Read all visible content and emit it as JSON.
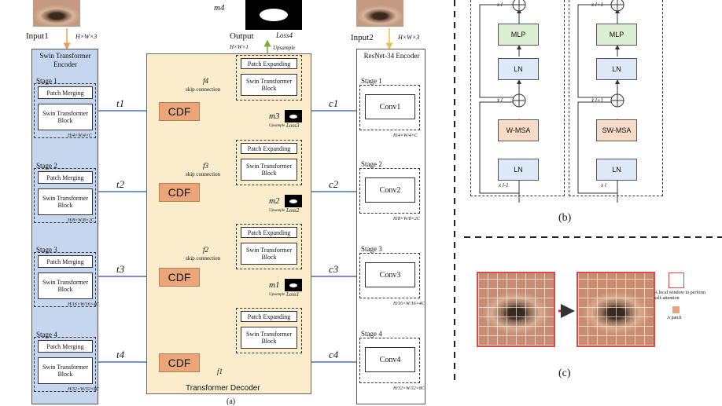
{
  "panel_a": {
    "input1": "Input1",
    "input1_dim": "H×W×3",
    "input2": "Input2",
    "input2_dim": "H×W×3",
    "output": "Output",
    "output_dim": "H×W×1",
    "m4": "m4",
    "loss4": "Loss4",
    "upsample": "Upsample",
    "encoder_title": "Swin Transformer Encoder",
    "resnet_title": "ResNet-34 Encoder",
    "decoder_title": "Transformer Decoder",
    "caption": "(a)",
    "swin_stages": [
      {
        "stage": "Stage 1",
        "top": "Patch Merging",
        "bottom": "Swin Transformer Block",
        "dim": "H/4×W/4×C"
      },
      {
        "stage": "Stage 2",
        "top": "Patch Merging",
        "bottom": "Swin Transformer Block",
        "dim": "H/8×W/8×2C"
      },
      {
        "stage": "Stage 3",
        "top": "Patch Merging",
        "bottom": "Swin Transformer Block",
        "dim": "H/16×W/16×4C"
      },
      {
        "stage": "Stage 4",
        "top": "Patch Merging",
        "bottom": "Swin Transformer Block",
        "dim": "H/32×W/32×8C"
      }
    ],
    "res_stages": [
      {
        "stage": "Stage 1",
        "conv": "Conv1",
        "dim": "H/4×W/4×C"
      },
      {
        "stage": "Stage 2",
        "conv": "Conv2",
        "dim": "H/8×W/8×2C"
      },
      {
        "stage": "Stage 3",
        "conv": "Conv3",
        "dim": "H/16×W/16×4C"
      },
      {
        "stage": "Stage 4",
        "conv": "Conv4",
        "dim": "H/32×W/32×8C"
      }
    ],
    "decoder_blocks": [
      {
        "expand": "Patch Expanding",
        "swin": "Swin Transformer Block",
        "f": "f4",
        "skip": "skip connection",
        "m": "m3",
        "loss": "Loss3"
      },
      {
        "expand": "Patch Expanding",
        "swin": "Swin Transformer Block",
        "f": "f3",
        "skip": "skip connection",
        "m": "m2",
        "loss": "Loss2"
      },
      {
        "expand": "Patch Expanding",
        "swin": "Swin Transformer Block",
        "f": "f2",
        "skip": "skip connection",
        "m": "m1",
        "loss": "Loss1"
      },
      {
        "expand": "Patch Expanding",
        "swin": "Swin Transformer Block",
        "f": "",
        "skip": "",
        "m": "",
        "loss": ""
      }
    ],
    "cdf": [
      "CDF",
      "CDF",
      "CDF",
      "CDF"
    ],
    "t_labels": [
      "t1",
      "t2",
      "t3",
      "t4"
    ],
    "c_labels": [
      "c1",
      "c2",
      "c3",
      "c4"
    ],
    "f1": "f1"
  },
  "panel_b": {
    "caption": "(b)",
    "left": {
      "mlp": "MLP",
      "ln1": "LN",
      "msa": "W-MSA",
      "ln2": "LN",
      "x_top": "x l",
      "xhat": "x̂ l",
      "x_bottom": "x l-1"
    },
    "right": {
      "mlp": "MLP",
      "ln1": "LN",
      "msa": "SW-MSA",
      "ln2": "LN",
      "x_top": "x l+1",
      "xhat": "x̂ l+1",
      "x_bottom": "x l"
    }
  },
  "panel_c": {
    "caption": "(c)",
    "legend_window": "A local window to perform self-attention",
    "legend_patch": "A patch"
  },
  "colors": {
    "encoder_fill": "#c5d6ee",
    "decoder_fill": "#fbeccc",
    "cdf_fill": "#e9a67a",
    "mlp_fill": "#dcefd3",
    "ln_fill": "#dde9f6",
    "msa_fill": "#f6dcc8",
    "blue_arrow": "#4472c4",
    "orange_arrow": "#e8a050",
    "green_arrow": "#7aad3a",
    "gold_arrow": "#e9c24a"
  }
}
